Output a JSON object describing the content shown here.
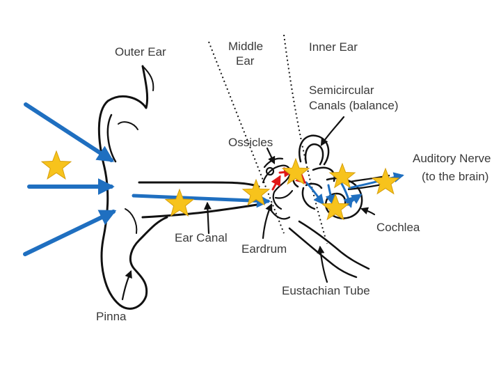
{
  "labels": {
    "outer_ear": "Outer Ear",
    "middle_ear_1": "Middle",
    "middle_ear_2": "Ear",
    "inner_ear": "Inner Ear",
    "semicircular_1": "Semicircular",
    "semicircular_2": "Canals (balance)",
    "ossicles": "Ossicles",
    "auditory_nerve_1": "Auditory Nerve",
    "auditory_nerve_2": "(to the brain)",
    "ear_canal": "Ear Canal",
    "eardrum": "Eardrum",
    "cochlea": "Cochlea",
    "eustachian_tube": "Eustachian Tube",
    "pinna": "Pinna"
  },
  "colors": {
    "sound_arrow": "#1f6fc0",
    "star": "#f7c31c",
    "star_edge": "#d69e0a",
    "ossicle_arrow": "#e01818",
    "line_art": "#111111",
    "label_text": "#3a3a3a"
  },
  "icons": {
    "star": "star-icon",
    "arrow": "arrow-icon"
  }
}
